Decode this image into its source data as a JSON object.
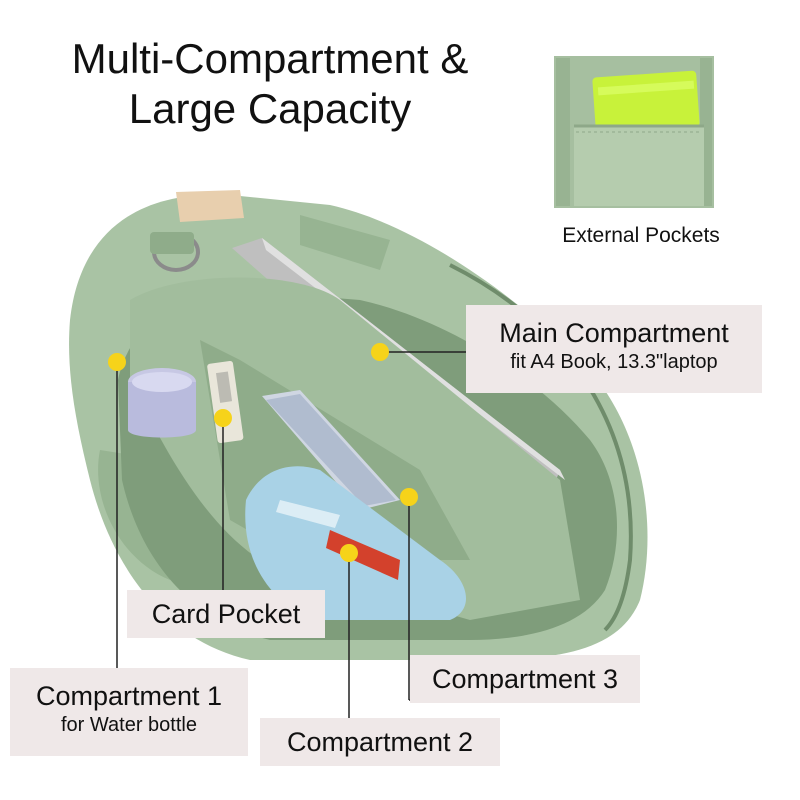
{
  "headline": {
    "line1": "Multi-Compartment &",
    "line2": "Large Capacity"
  },
  "inset": {
    "caption": "External Pockets"
  },
  "callouts": {
    "main_compartment": {
      "title": "Main Compartment",
      "subtitle": "fit A4 Book, 13.3\"laptop"
    },
    "card_pocket": {
      "title": "Card Pocket"
    },
    "compartment_1": {
      "title": "Compartment 1",
      "subtitle": "for Water bottle"
    },
    "compartment_2": {
      "title": "Compartment 2"
    },
    "compartment_3": {
      "title": "Compartment 3"
    }
  },
  "colors": {
    "bag_green": "#a9c3a4",
    "bag_dark": "#7f9d7b",
    "marker_yellow": "#f6d31a",
    "label_bg": "#efe8e8",
    "pouch_lime": "#c8f23a"
  }
}
